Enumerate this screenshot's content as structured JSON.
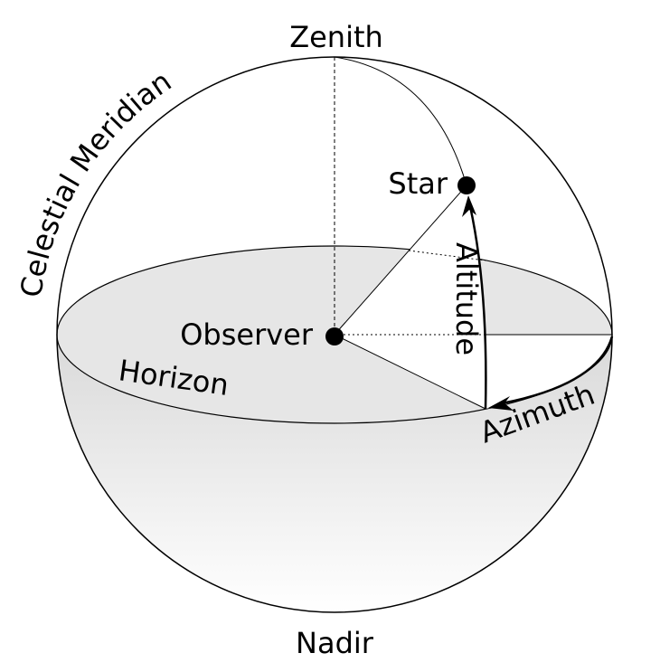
{
  "title": "Horizontal coordinate system",
  "labels": {
    "zenith": "Zenith",
    "nadir": "Nadir",
    "star": "Star",
    "observer": "Observer",
    "horizon": "Horizon",
    "altitude": "Altitude",
    "azimuth": "Azimuth",
    "meridian": "Celestial Meridian"
  },
  "colors": {
    "stroke": "#000000",
    "horizon_fill": "#e6e6e6",
    "shade_top": "#d9d9d9",
    "shade_bottom": "#ffffff"
  }
}
